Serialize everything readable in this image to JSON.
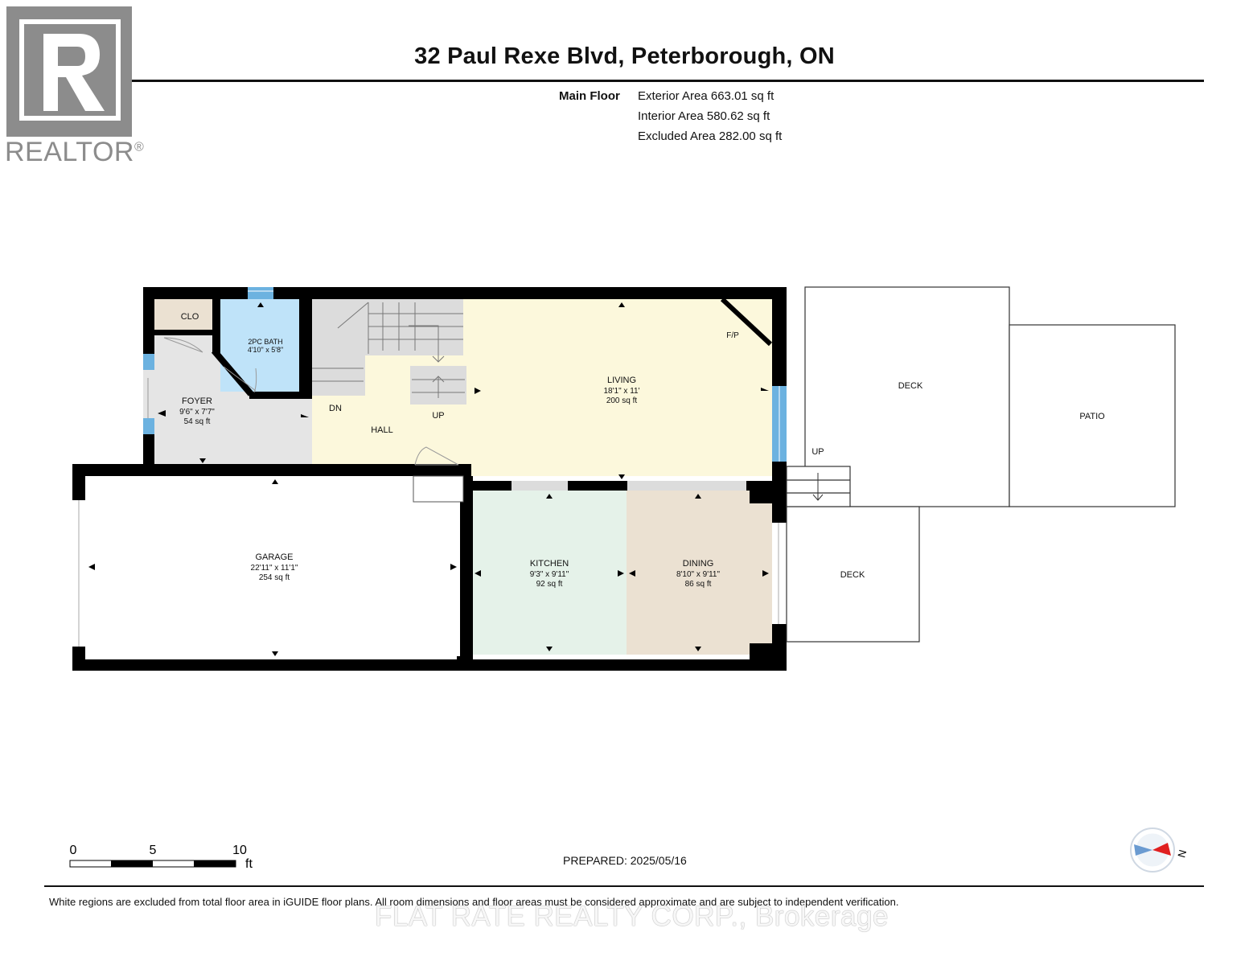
{
  "title": "32 Paul Rexe Blvd, Peterborough, ON",
  "floor": {
    "label": "Main Floor",
    "exterior_area": "Exterior Area 663.01 sq ft",
    "interior_area": "Interior Area 580.62 sq ft",
    "excluded_area": "Excluded Area 282.00 sq ft"
  },
  "logo": {
    "text": "REALTOR",
    "reg": "®"
  },
  "rooms": {
    "closet": {
      "name": "CLO"
    },
    "bath": {
      "name": "2PC BATH",
      "dims": "4'10\" x 5'8\""
    },
    "foyer": {
      "name": "FOYER",
      "dims": "9'6\" x 7'7\"",
      "area": "54 sq ft"
    },
    "hall": {
      "name": "HALL"
    },
    "living": {
      "name": "LIVING",
      "dims": "18'1\" x 11'",
      "area": "200 sq ft"
    },
    "fireplace": {
      "name": "F/P"
    },
    "garage": {
      "name": "GARAGE",
      "dims": "22'11\" x 11'1\"",
      "area": "254 sq ft"
    },
    "kitchen": {
      "name": "KITCHEN",
      "dims": "9'3\" x 9'11\"",
      "area": "92 sq ft"
    },
    "dining": {
      "name": "DINING",
      "dims": "8'10\" x 9'11\"",
      "area": "86 sq ft"
    },
    "deck_upper": {
      "name": "DECK"
    },
    "deck_lower": {
      "name": "DECK"
    },
    "patio": {
      "name": "PATIO"
    }
  },
  "stairs": {
    "down": "DN",
    "up_hall": "UP",
    "up_deck": "UP"
  },
  "scale": {
    "ticks": [
      "0",
      "5",
      "10"
    ],
    "unit": "ft"
  },
  "compass": {
    "label": "N"
  },
  "prepared": "PREPARED: 2025/05/16",
  "disclaimer": "White regions are excluded from total floor area in iGUIDE floor plans. All room dimensions and floor areas must be considered approximate and are subject to independent verification.",
  "brokerage": "FLAT RATE REALTY CORP., Brokerage",
  "colors": {
    "bath": "#bfe3f9",
    "closet": "#ebe1d2",
    "foyer": "#e5e5e5",
    "hall_living": "#fcf8dc",
    "kitchen": "#e5f2e9",
    "dining": "#ebe1d2",
    "stairs": "#dcdcdc",
    "window": "#6cb2e0",
    "wall": "#000000"
  }
}
